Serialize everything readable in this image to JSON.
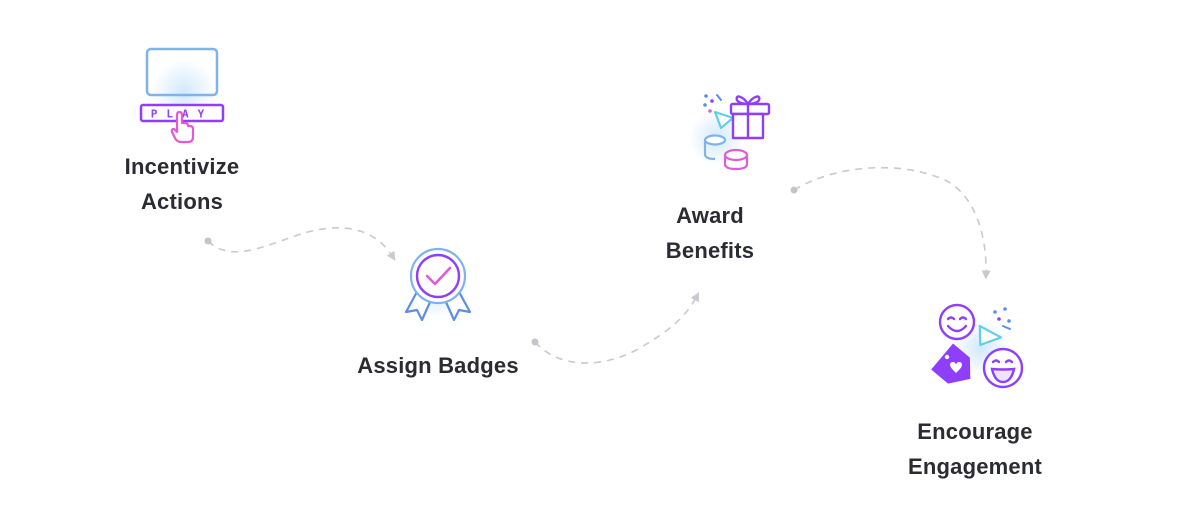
{
  "steps": [
    {
      "label_lines": [
        "Incentivize",
        "Actions"
      ],
      "icon": "play-screen-icon"
    },
    {
      "label_lines": [
        "Assign Badges"
      ],
      "icon": "badge-ribbon-icon"
    },
    {
      "label_lines": [
        "Award",
        "Benefits"
      ],
      "icon": "gift-coins-icon"
    },
    {
      "label_lines": [
        "Encourage",
        "Engagement"
      ],
      "icon": "smiley-engagement-icon"
    }
  ],
  "play_key_text": "PLAY",
  "colors": {
    "label": "#2b2b33",
    "purple": "#8f3ffc",
    "blue": "#5a8fe6",
    "light_blue": "#7fb3ee",
    "cyan": "#5fd0e6",
    "pink": "#e35ad8",
    "connector": "#c9c9cf",
    "connector_dot": "#c4c4cb",
    "glow": "#cfe8fb"
  }
}
